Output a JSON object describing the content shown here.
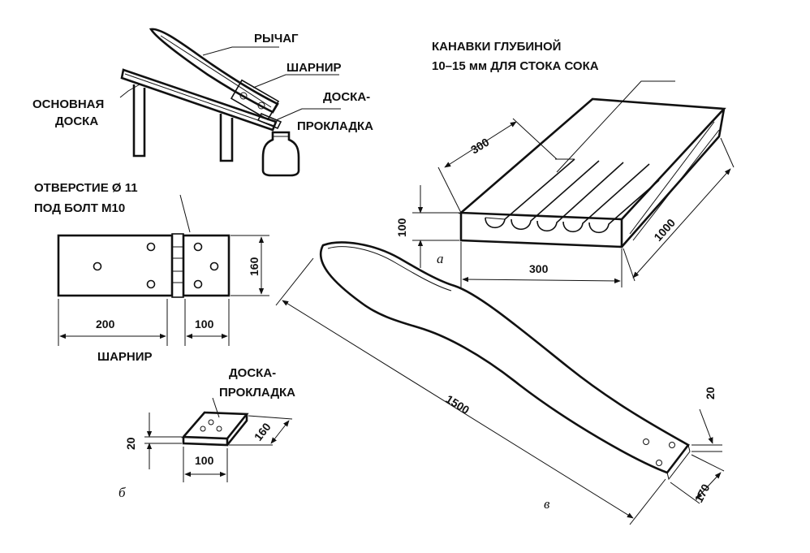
{
  "press_view": {
    "lever_label": "РЫЧАГ",
    "hinge_label": "ШАРНИР",
    "base_board_label_1": "ОСНОВНАЯ",
    "base_board_label_2": "ДОСКА",
    "pad_board_label_1": "ДОСКА-",
    "pad_board_label_2": "ПРОКЛАДКА"
  },
  "board_view": {
    "grooves_label_1": "КАНАВКИ ГЛУБИНОЙ",
    "grooves_label_2": "10–15 мм ДЛЯ СТОКА СОКА",
    "dim_groove_length": "300",
    "dim_height": "100",
    "dim_width": "300",
    "dim_length": "1000",
    "caption": "а"
  },
  "hinge_view": {
    "hole_label_1": "ОТВЕРСТИЕ Ø 11",
    "hole_label_2": "ПОД БОЛТ М10",
    "dim_height": "160",
    "dim_left": "200",
    "dim_right": "100",
    "title": "ШАРНИР"
  },
  "pad_view": {
    "label_1": "ДОСКА-",
    "label_2": "ПРОКЛАДКА",
    "dim_thickness": "20",
    "dim_depth": "160",
    "dim_width": "100",
    "caption": "б"
  },
  "lever_view": {
    "dim_length": "1500",
    "dim_thickness": "20",
    "dim_width": "170",
    "caption": "в"
  }
}
